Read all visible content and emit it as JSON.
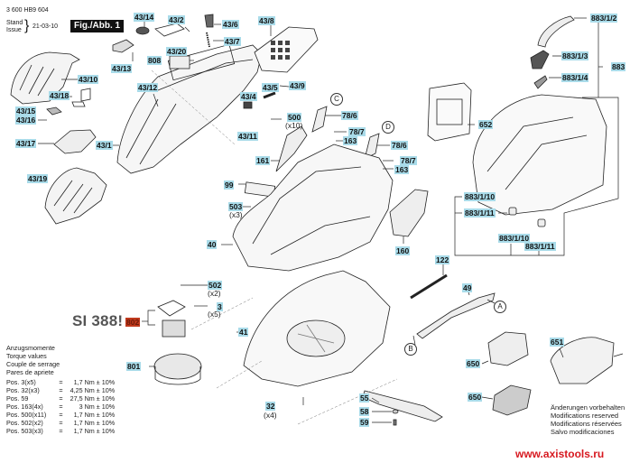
{
  "header": {
    "part_number": "3 600 HB9 604",
    "stand_label": "Stand",
    "issue_label": "Issue",
    "date": "21-03-10",
    "figure": "Fig./Abb. 1"
  },
  "service_info": "SI 388!",
  "labels": [
    {
      "id": "43/14"
    },
    {
      "id": "43/2"
    },
    {
      "id": "43/6"
    },
    {
      "id": "43/8"
    },
    {
      "id": "43/7"
    },
    {
      "id": "43/20"
    },
    {
      "id": "808"
    },
    {
      "id": "43/13"
    },
    {
      "id": "43/10"
    },
    {
      "id": "43/18"
    },
    {
      "id": "43/12"
    },
    {
      "id": "43/5"
    },
    {
      "id": "43/4"
    },
    {
      "id": "43/9"
    },
    {
      "id": "43/15"
    },
    {
      "id": "43/16"
    },
    {
      "id": "500"
    },
    {
      "id": "43/11"
    },
    {
      "id": "43/1"
    },
    {
      "id": "43/17"
    },
    {
      "id": "43/19"
    },
    {
      "id": "78/6"
    },
    {
      "id": "78/7"
    },
    {
      "id": "163"
    },
    {
      "id": "78/6"
    },
    {
      "id": "78/7"
    },
    {
      "id": "163"
    },
    {
      "id": "161"
    },
    {
      "id": "99"
    },
    {
      "id": "503"
    },
    {
      "id": "40"
    },
    {
      "id": "160"
    },
    {
      "id": "652"
    },
    {
      "id": "883/1/2"
    },
    {
      "id": "883/1/3"
    },
    {
      "id": "883"
    },
    {
      "id": "883/1/4"
    },
    {
      "id": "883/1/10"
    },
    {
      "id": "883/1/11"
    },
    {
      "id": "883/1/10"
    },
    {
      "id": "883/1/11"
    },
    {
      "id": "122"
    },
    {
      "id": "49"
    },
    {
      "id": "502"
    },
    {
      "id": "3"
    },
    {
      "id": "802"
    },
    {
      "id": "41"
    },
    {
      "id": "801"
    },
    {
      "id": "32"
    },
    {
      "id": "55"
    },
    {
      "id": "58"
    },
    {
      "id": "59"
    },
    {
      "id": "650"
    },
    {
      "id": "650"
    },
    {
      "id": "651"
    }
  ],
  "quantities": {
    "q500": "(x10)",
    "q503": "(x3)",
    "q502": "(x2)",
    "q3": "(x5)",
    "q32": "(x4)"
  },
  "callouts": {
    "A": "A",
    "B": "B",
    "C": "C",
    "D": "D"
  },
  "torque": {
    "titles": [
      "Anzugsmomente",
      "Torque values",
      "Couple de serrage",
      "Pares de apriete"
    ],
    "rows": [
      {
        "pos": "Pos.",
        "item": "3(x5)",
        "eq": "=",
        "val": "1,7",
        "unit": "Nm",
        "tol": "± 10%"
      },
      {
        "pos": "Pos.",
        "item": "32(x3)",
        "eq": "=",
        "val": "4,25",
        "unit": "Nm",
        "tol": "± 10%"
      },
      {
        "pos": "Pos.",
        "item": "59",
        "eq": "=",
        "val": "27,5",
        "unit": "Nm",
        "tol": "± 10%"
      },
      {
        "pos": "Pos.",
        "item": "163(4x)",
        "eq": "=",
        "val": "3",
        "unit": "Nm",
        "tol": "± 10%"
      },
      {
        "pos": "Pos.",
        "item": "500(x11)",
        "eq": "=",
        "val": "1,7",
        "unit": "Nm",
        "tol": "± 10%"
      },
      {
        "pos": "Pos.",
        "item": "502(x2)",
        "eq": "=",
        "val": "1,7",
        "unit": "Nm",
        "tol": "± 10%"
      },
      {
        "pos": "Pos.",
        "item": "503(x3)",
        "eq": "=",
        "val": "1,7",
        "unit": "Nm",
        "tol": "± 10%"
      }
    ]
  },
  "modifications": [
    "Änderungen vorbehalten",
    "Modifications reserved",
    "Modifications réservées",
    "Salvo modificaciones"
  ],
  "website": "www.axistools.ru",
  "colors": {
    "label_bg": "#a9dbe9",
    "highlight_label_bg": "#c0391c",
    "website": "#d71920"
  }
}
